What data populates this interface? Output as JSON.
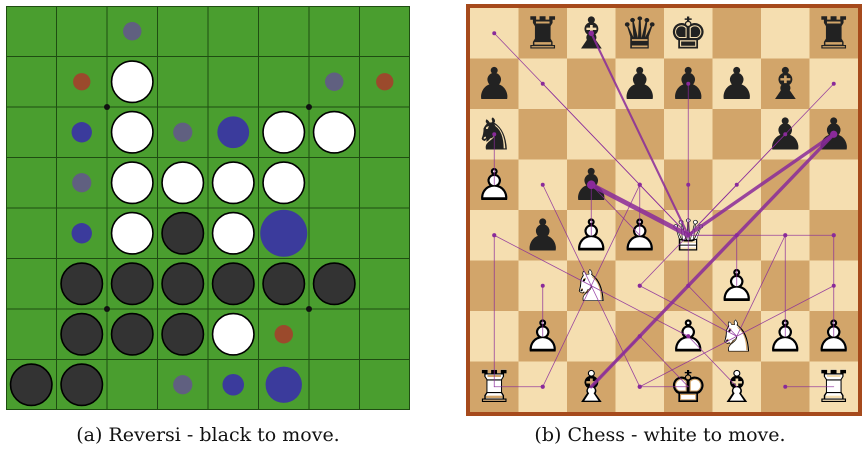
{
  "reversi": {
    "caption": "(a) Reversi - black to move.",
    "size": 8,
    "colors": {
      "board": "#4a9e2f",
      "grid": "#1f4d12",
      "black_disc": "#333333",
      "white_disc": "#ffffff",
      "hint_blue": "#3b3b9c",
      "hint_red": "#9b4a2c",
      "hint_gray": "#606080"
    },
    "discs": [
      {
        "row": 1,
        "col": 2,
        "color": "white"
      },
      {
        "row": 2,
        "col": 2,
        "color": "white"
      },
      {
        "row": 2,
        "col": 5,
        "color": "white"
      },
      {
        "row": 2,
        "col": 6,
        "color": "white"
      },
      {
        "row": 3,
        "col": 2,
        "color": "white"
      },
      {
        "row": 3,
        "col": 3,
        "color": "white"
      },
      {
        "row": 3,
        "col": 4,
        "color": "white"
      },
      {
        "row": 3,
        "col": 5,
        "color": "white"
      },
      {
        "row": 4,
        "col": 2,
        "color": "white"
      },
      {
        "row": 4,
        "col": 3,
        "color": "black"
      },
      {
        "row": 4,
        "col": 4,
        "color": "white"
      },
      {
        "row": 5,
        "col": 1,
        "color": "black"
      },
      {
        "row": 5,
        "col": 2,
        "color": "black"
      },
      {
        "row": 5,
        "col": 3,
        "color": "black"
      },
      {
        "row": 5,
        "col": 4,
        "color": "black"
      },
      {
        "row": 5,
        "col": 5,
        "color": "black"
      },
      {
        "row": 5,
        "col": 6,
        "color": "black"
      },
      {
        "row": 6,
        "col": 1,
        "color": "black"
      },
      {
        "row": 6,
        "col": 2,
        "color": "black"
      },
      {
        "row": 6,
        "col": 3,
        "color": "black"
      },
      {
        "row": 6,
        "col": 4,
        "color": "white"
      },
      {
        "row": 7,
        "col": 0,
        "color": "black"
      },
      {
        "row": 7,
        "col": 1,
        "color": "black"
      }
    ],
    "move_hints": [
      {
        "row": 0,
        "col": 2,
        "strength": 0.25,
        "tone": "gray"
      },
      {
        "row": 1,
        "col": 1,
        "strength": 0.22,
        "tone": "red"
      },
      {
        "row": 1,
        "col": 6,
        "strength": 0.25,
        "tone": "gray"
      },
      {
        "row": 1,
        "col": 7,
        "strength": 0.22,
        "tone": "red"
      },
      {
        "row": 2,
        "col": 1,
        "strength": 0.3,
        "tone": "blue"
      },
      {
        "row": 2,
        "col": 3,
        "strength": 0.27,
        "tone": "gray"
      },
      {
        "row": 2,
        "col": 4,
        "strength": 0.6,
        "tone": "blue"
      },
      {
        "row": 3,
        "col": 1,
        "strength": 0.27,
        "tone": "gray"
      },
      {
        "row": 4,
        "col": 1,
        "strength": 0.3,
        "tone": "blue"
      },
      {
        "row": 4,
        "col": 5,
        "strength": 1.0,
        "tone": "blue"
      },
      {
        "row": 6,
        "col": 5,
        "strength": 0.25,
        "tone": "red"
      },
      {
        "row": 7,
        "col": 3,
        "strength": 0.27,
        "tone": "gray"
      },
      {
        "row": 7,
        "col": 4,
        "strength": 0.33,
        "tone": "blue"
      },
      {
        "row": 7,
        "col": 5,
        "strength": 0.72,
        "tone": "blue"
      }
    ],
    "star_points": [
      [
        2,
        2
      ],
      [
        2,
        6
      ],
      [
        6,
        2
      ],
      [
        6,
        6
      ]
    ]
  },
  "chess": {
    "caption": "(b) Chess - white to move.",
    "colors": {
      "frame": "#a64a1c",
      "light": "#f5deb0",
      "dark": "#d2a56a",
      "white_piece": "#ffffff",
      "black_piece": "#222222",
      "arrow": "#8a2a9a"
    },
    "pieces": [
      {
        "square": "b8",
        "piece": "rook",
        "color": "black"
      },
      {
        "square": "c8",
        "piece": "bishop",
        "color": "black"
      },
      {
        "square": "d8",
        "piece": "queen",
        "color": "black"
      },
      {
        "square": "e8",
        "piece": "king",
        "color": "black"
      },
      {
        "square": "h8",
        "piece": "rook",
        "color": "black"
      },
      {
        "square": "a7",
        "piece": "pawn",
        "color": "black"
      },
      {
        "square": "d7",
        "piece": "pawn",
        "color": "black"
      },
      {
        "square": "e7",
        "piece": "pawn",
        "color": "black"
      },
      {
        "square": "f7",
        "piece": "pawn",
        "color": "black"
      },
      {
        "square": "g7",
        "piece": "bishop",
        "color": "black"
      },
      {
        "square": "a6",
        "piece": "knight",
        "color": "black"
      },
      {
        "square": "g6",
        "piece": "pawn",
        "color": "black"
      },
      {
        "square": "h6",
        "piece": "pawn",
        "color": "black"
      },
      {
        "square": "a5",
        "piece": "pawn",
        "color": "white"
      },
      {
        "square": "c5",
        "piece": "pawn",
        "color": "black"
      },
      {
        "square": "b4",
        "piece": "pawn",
        "color": "black"
      },
      {
        "square": "c4",
        "piece": "pawn",
        "color": "white"
      },
      {
        "square": "d4",
        "piece": "pawn",
        "color": "white"
      },
      {
        "square": "e4",
        "piece": "queen",
        "color": "white"
      },
      {
        "square": "c3",
        "piece": "knight",
        "color": "white"
      },
      {
        "square": "f3",
        "piece": "pawn",
        "color": "white"
      },
      {
        "square": "b2",
        "piece": "pawn",
        "color": "white"
      },
      {
        "square": "e2",
        "piece": "pawn",
        "color": "white"
      },
      {
        "square": "f2",
        "piece": "knight",
        "color": "white"
      },
      {
        "square": "g2",
        "piece": "pawn",
        "color": "white"
      },
      {
        "square": "h2",
        "piece": "pawn",
        "color": "white"
      },
      {
        "square": "a1",
        "piece": "rook",
        "color": "white"
      },
      {
        "square": "c1",
        "piece": "bishop",
        "color": "white"
      },
      {
        "square": "e1",
        "piece": "king",
        "color": "white"
      },
      {
        "square": "f1",
        "piece": "bishop",
        "color": "white"
      },
      {
        "square": "h1",
        "piece": "rook",
        "color": "white"
      }
    ],
    "move_arrows": [
      {
        "from": "e4",
        "to": "h6",
        "weight": 3
      },
      {
        "from": "e4",
        "to": "c5",
        "weight": 4
      },
      {
        "from": "c1",
        "to": "h6",
        "weight": 3
      },
      {
        "from": "e4",
        "to": "c8",
        "weight": 2
      },
      {
        "from": "e4",
        "to": "a8",
        "weight": 1
      },
      {
        "from": "e4",
        "to": "e7",
        "weight": 1
      },
      {
        "from": "e4",
        "to": "h7",
        "weight": 1
      },
      {
        "from": "e4",
        "to": "b7",
        "weight": 1
      },
      {
        "from": "e4",
        "to": "g6",
        "weight": 1
      },
      {
        "from": "e4",
        "to": "d5",
        "weight": 1
      },
      {
        "from": "e4",
        "to": "e5",
        "weight": 1
      },
      {
        "from": "e4",
        "to": "f5",
        "weight": 1
      },
      {
        "from": "e4",
        "to": "h4",
        "weight": 1
      },
      {
        "from": "e4",
        "to": "f4",
        "weight": 1
      },
      {
        "from": "e4",
        "to": "d3",
        "weight": 1
      },
      {
        "from": "e4",
        "to": "e3",
        "weight": 1
      },
      {
        "from": "c3",
        "to": "b5",
        "weight": 1
      },
      {
        "from": "c3",
        "to": "d5",
        "weight": 1
      },
      {
        "from": "c3",
        "to": "e2",
        "weight": 1
      },
      {
        "from": "c3",
        "to": "b1",
        "weight": 1
      },
      {
        "from": "c3",
        "to": "a4",
        "weight": 1
      },
      {
        "from": "c3",
        "to": "d1",
        "weight": 1
      },
      {
        "from": "a1",
        "to": "a4",
        "weight": 1
      },
      {
        "from": "a1",
        "to": "b1",
        "weight": 1
      },
      {
        "from": "a5",
        "to": "a6",
        "weight": 1
      },
      {
        "from": "b2",
        "to": "b3",
        "weight": 1
      },
      {
        "from": "c4",
        "to": "c5",
        "weight": 1
      },
      {
        "from": "d4",
        "to": "c5",
        "weight": 1
      },
      {
        "from": "d4",
        "to": "d5",
        "weight": 1
      },
      {
        "from": "f3",
        "to": "f4",
        "weight": 1
      },
      {
        "from": "f2",
        "to": "g4",
        "weight": 1
      },
      {
        "from": "f2",
        "to": "h3",
        "weight": 1
      },
      {
        "from": "f2",
        "to": "e3",
        "weight": 1
      },
      {
        "from": "f2",
        "to": "d3",
        "weight": 1
      },
      {
        "from": "f2",
        "to": "d1",
        "weight": 1
      },
      {
        "from": "g2",
        "to": "g4",
        "weight": 1
      },
      {
        "from": "h2",
        "to": "h4",
        "weight": 1
      },
      {
        "from": "h1",
        "to": "g1",
        "weight": 1
      },
      {
        "from": "e1",
        "to": "d2",
        "weight": 1
      },
      {
        "from": "e1",
        "to": "d1",
        "weight": 1
      },
      {
        "from": "f1",
        "to": "e2",
        "weight": 1
      },
      {
        "from": "c1",
        "to": "d2",
        "weight": 1
      }
    ]
  }
}
